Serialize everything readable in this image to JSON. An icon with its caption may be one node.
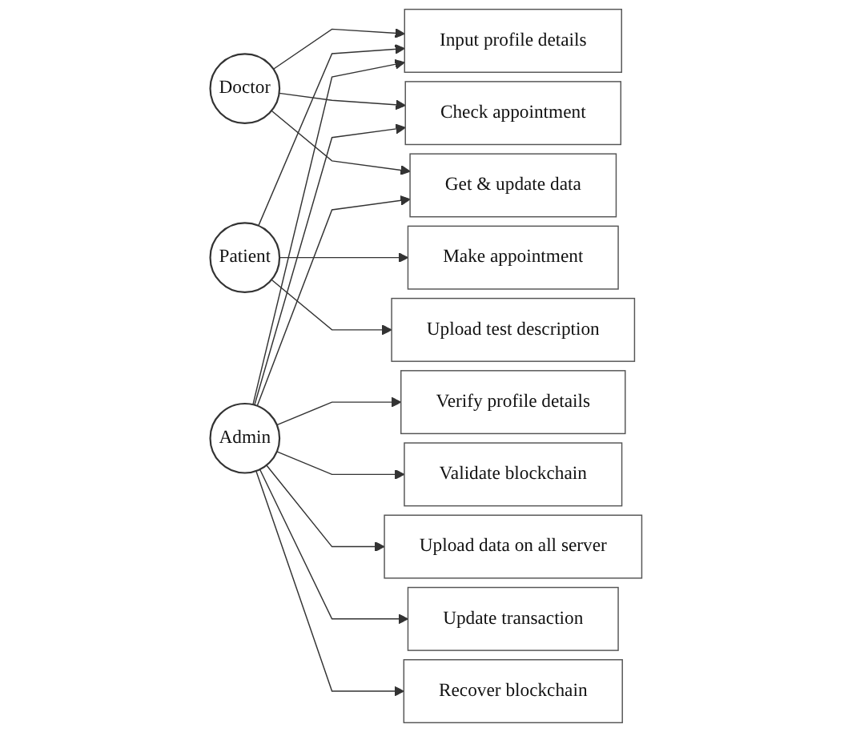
{
  "diagram": {
    "nodes": [
      {
        "text": [
          "Doctor"
        ]
      },
      {
        "text": [
          "Input profile details"
        ]
      },
      {
        "text": [
          "Verify profile details"
        ]
      },
      {
        "text": [
          "Make appointment"
        ]
      },
      {
        "text": [
          "Check appointment"
        ]
      },
      {
        "text": [
          "Validate blockchain"
        ]
      },
      {
        "text": [
          "Upload test description"
        ]
      },
      {
        "text": [
          "Upload data on all server"
        ]
      },
      {
        "text": [
          "Update transaction"
        ]
      },
      {
        "text": [
          "Recover blockchain"
        ]
      },
      {
        "text": [
          "Get & update data"
        ]
      },
      {
        "text": [
          "Patient"
        ]
      },
      {
        "text": [
          "Admin"
        ]
      }
    ],
    "edges": [
      {
        "from": 0,
        "to": 1,
        "arrow": "to"
      },
      {
        "from": 0,
        "to": 4,
        "arrow": "to"
      },
      {
        "from": 0,
        "to": 10,
        "arrow": "to"
      },
      {
        "from": 11,
        "to": 1,
        "arrow": "to"
      },
      {
        "from": 11,
        "to": 3,
        "arrow": "to"
      },
      {
        "from": 11,
        "to": 6,
        "arrow": "to"
      },
      {
        "from": 12,
        "to": 1,
        "arrow": "to"
      },
      {
        "from": 12,
        "to": 2,
        "arrow": "to"
      },
      {
        "from": 12,
        "to": 4,
        "arrow": "to"
      },
      {
        "from": 12,
        "to": 5,
        "arrow": "to"
      },
      {
        "from": 12,
        "to": 7,
        "arrow": "to"
      },
      {
        "from": 12,
        "to": 8,
        "arrow": "to"
      },
      {
        "from": 12,
        "to": 9,
        "arrow": "to"
      },
      {
        "from": 12,
        "to": 10,
        "arrow": "to"
      }
    ]
  }
}
